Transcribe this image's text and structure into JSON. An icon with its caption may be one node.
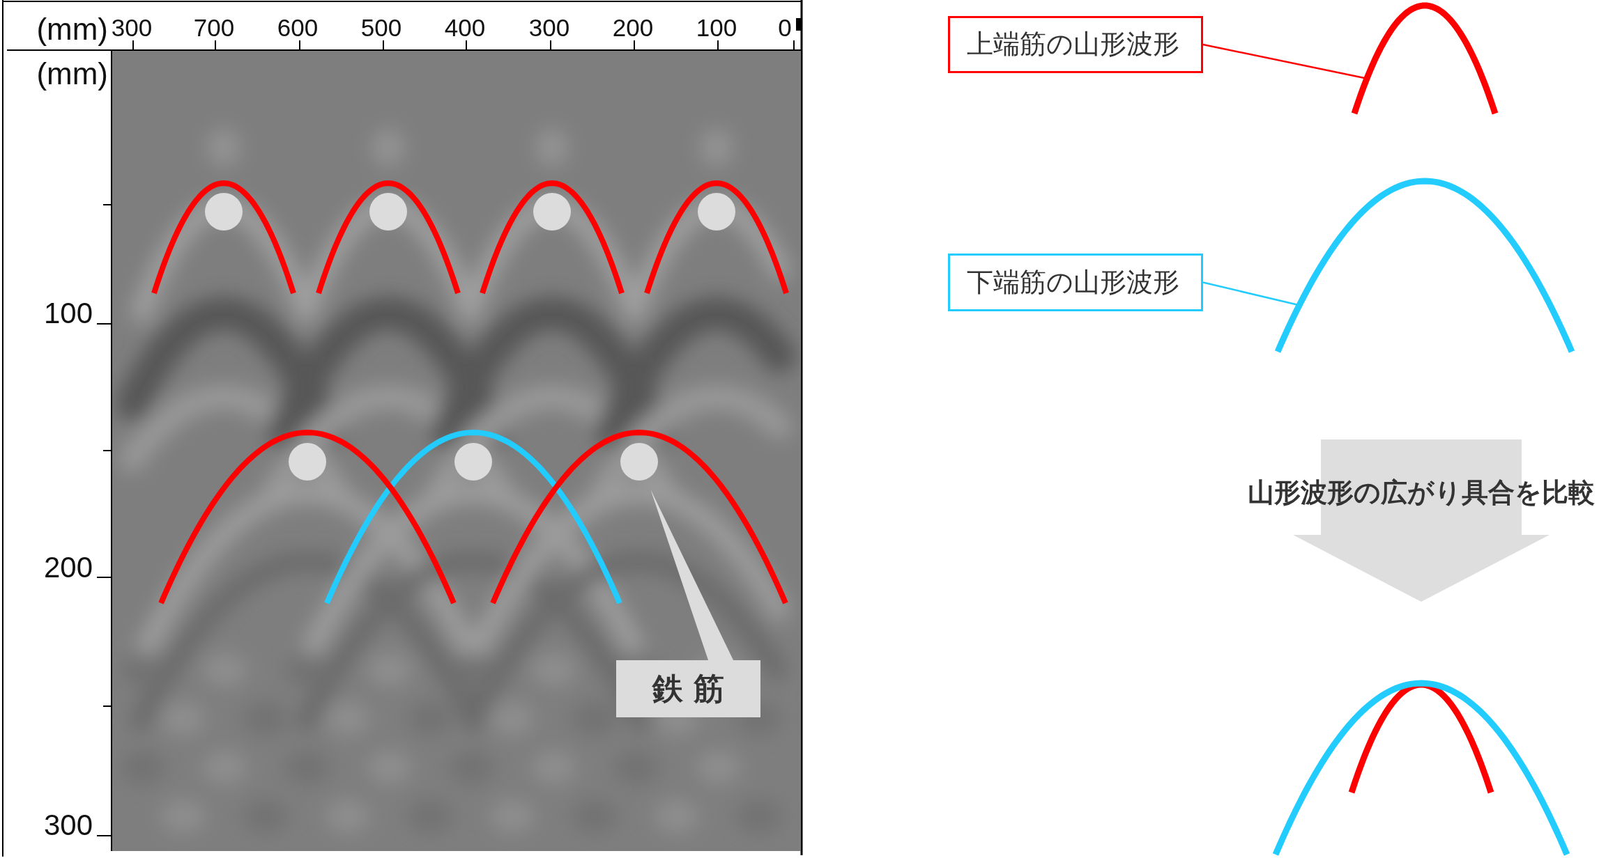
{
  "diagram": {
    "nodes": [
      {
        "text": [],
        "shape": "circle"
      },
      {
        "text": [],
        "shape": "circle"
      },
      {
        "text": [],
        "shape": "circle"
      },
      {
        "text": [],
        "shape": "circle"
      },
      {
        "text": [],
        "shape": "circle"
      },
      {
        "text": [],
        "shape": "circle"
      },
      {
        "text": [],
        "shape": "circle"
      },
      {
        "text": [
          "鉄 筋"
        ]
      },
      {
        "text": [
          "上端筋の山形波形"
        ]
      },
      {
        "text": [],
        "shape": "arc"
      },
      {
        "text": [
          "下端筋の山形波形"
        ]
      },
      {
        "text": [],
        "shape": "arc"
      },
      {
        "text": [],
        "shape": "picture"
      }
    ],
    "edges": [
      {
        "from": 7,
        "to": 6,
        "arrow": "none",
        "color": "#dcdcdc"
      },
      {
        "from": 8,
        "to": 9,
        "arrow": "none",
        "color": "#ff0000"
      },
      {
        "from": 10,
        "to": 11,
        "arrow": "none",
        "color": "#22ccff"
      },
      {
        "from": null,
        "to": 12,
        "arrow": "to",
        "label": "山形波形の広がり具合を比較",
        "style": "thick",
        "color": "#dedede"
      }
    ],
    "labels": [
      "(mm)",
      "300",
      "700",
      "600",
      "500",
      "400",
      "300",
      "200",
      "100",
      "0",
      "(mm)",
      "100",
      "200",
      "300"
    ]
  }
}
